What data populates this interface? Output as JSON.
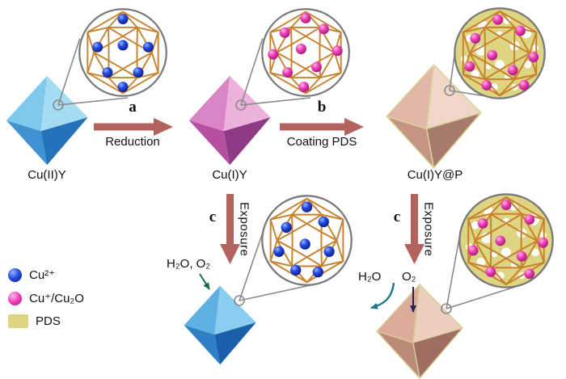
{
  "figure": {
    "crystals": {
      "cu2y": {
        "label": "Cu(II)Y"
      },
      "cu1y": {
        "label": "Cu(I)Y"
      },
      "cu1yp": {
        "label": "Cu(I)Y@P"
      }
    },
    "steps": {
      "a": {
        "letter": "a",
        "label": "Reduction"
      },
      "b": {
        "letter": "b",
        "label": "Coating PDS"
      },
      "c_middle": {
        "letter": "c",
        "label": "Exposure",
        "reagents": "H₂O, O₂"
      },
      "c_right": {
        "letter": "c",
        "label": "Exposure",
        "water": "H₂O",
        "oxygen": "O₂"
      }
    },
    "legend": {
      "items": [
        {
          "label": "Cu²⁺",
          "swatch": "blue-sphere"
        },
        {
          "label": "Cu⁺/Cu₂O",
          "swatch": "pink-sphere"
        },
        {
          "label": "PDS",
          "swatch": "yellow-square"
        }
      ]
    },
    "colors": {
      "arrow": "#b2635d",
      "cage_wire": "#c8822f",
      "pds_fill": "#ddd581",
      "cu2_sphere": "#2447e0",
      "cu1_sphere": "#ee41b6"
    }
  }
}
